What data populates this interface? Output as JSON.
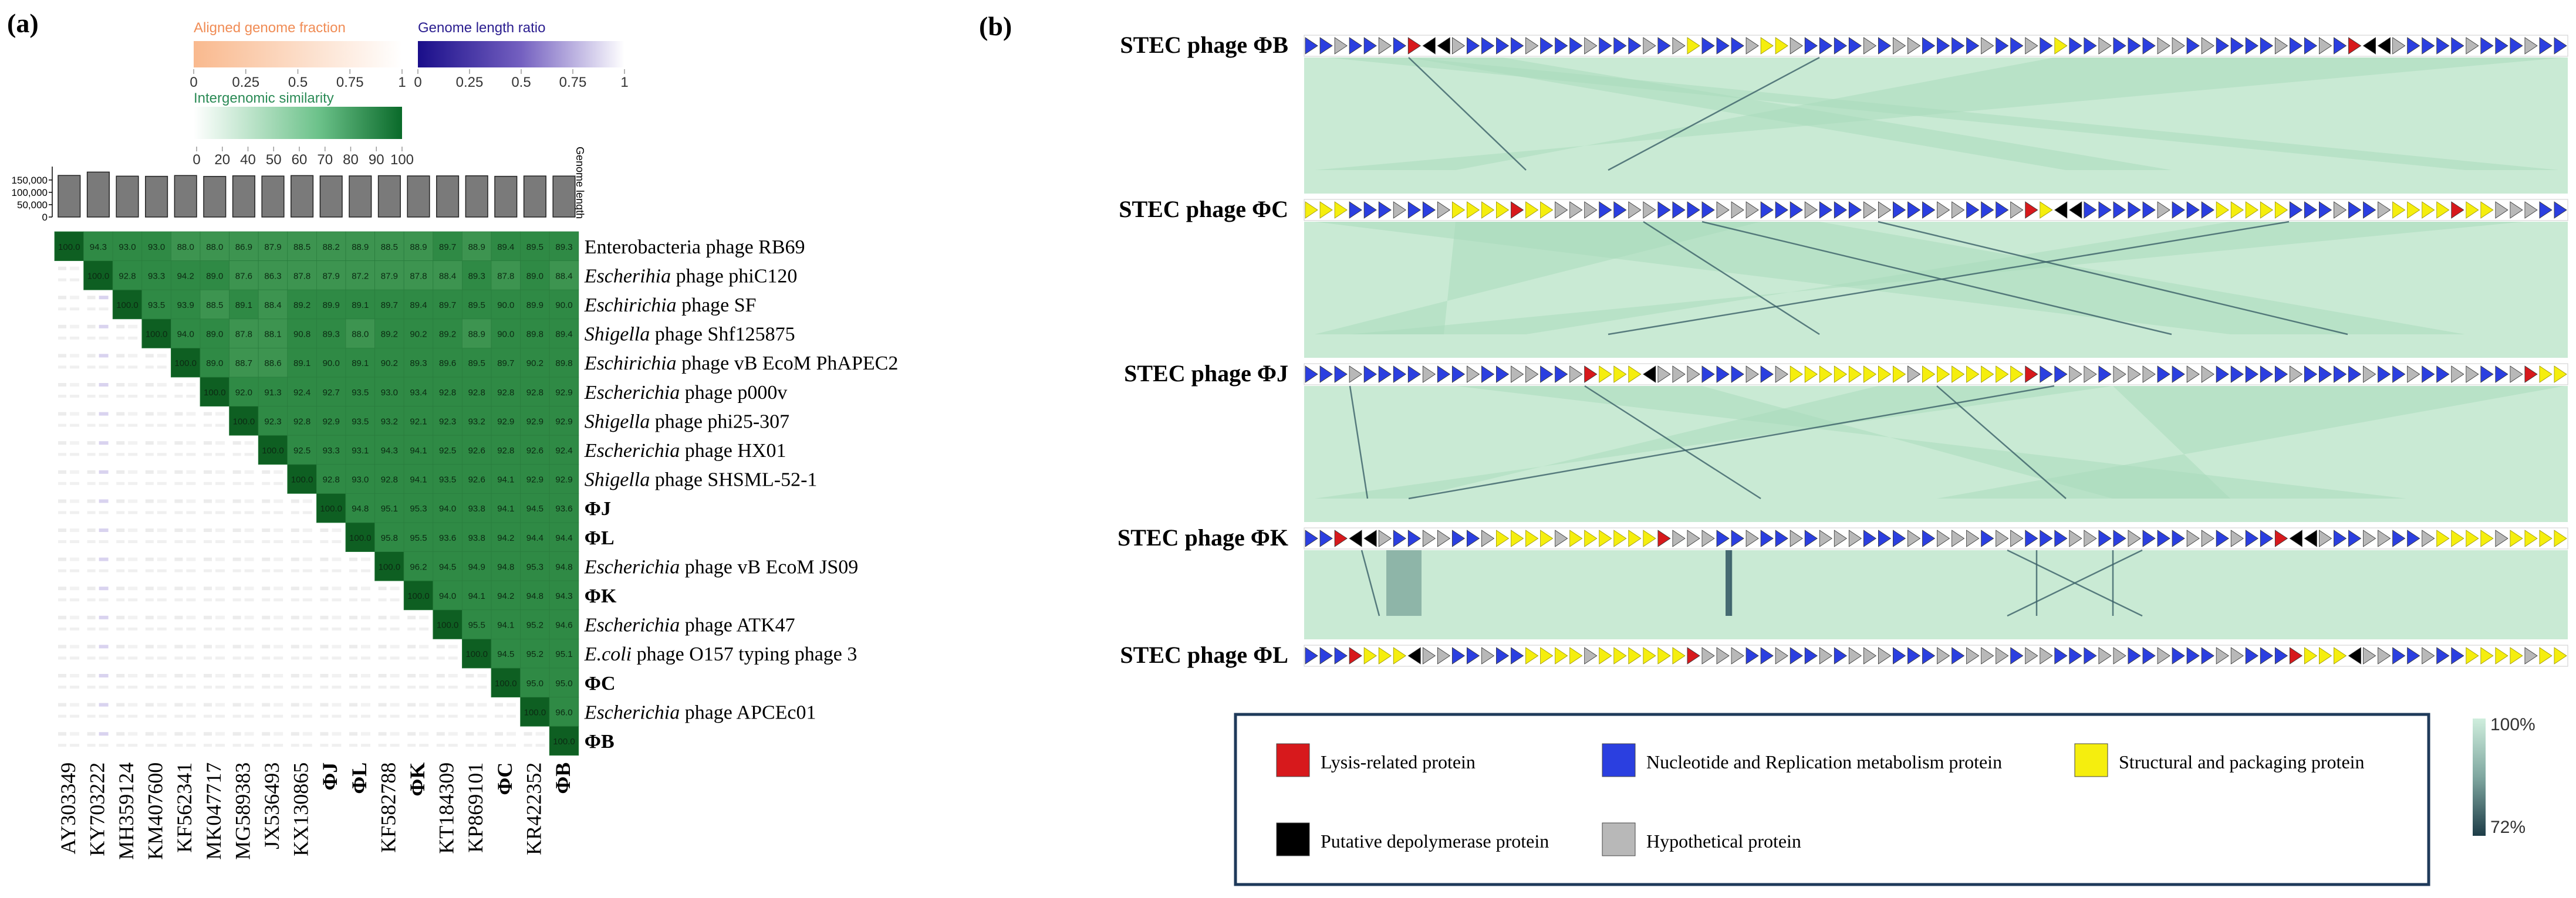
{
  "panel_a": {
    "label": "(a)",
    "legend": {
      "aligned": {
        "title": "Aligned genome fraction",
        "ticks": [
          "0",
          "0.25",
          "0.5",
          "0.75",
          "1"
        ]
      },
      "ratio": {
        "title": "Genome length ratio",
        "ticks": [
          "0",
          "0.25",
          "0.5",
          "0.75",
          "1"
        ]
      },
      "similarity": {
        "title": "Intergenomic similarity",
        "ticks": [
          "0",
          "20",
          "40",
          "50",
          "60",
          "70",
          "80",
          "90",
          "100"
        ]
      }
    },
    "genome_length_axis_label": "Genome length",
    "genome_length_ticks": [
      "150,000",
      "100,000",
      "50,000",
      "0"
    ],
    "genome_lengths": [
      168400,
      182000,
      165500,
      164800,
      168100,
      164500,
      166900,
      165900,
      167800,
      166300,
      166500,
      167400,
      166400,
      166600,
      167000,
      164800,
      166100,
      165900
    ],
    "col_labels": [
      "AY303349",
      "KY703222",
      "MH359124",
      "KM407600",
      "KF562341",
      "MK047717",
      "MG589383",
      "JX536493",
      "KX130865",
      "ΦJ",
      "ΦL",
      "KF582788",
      "ΦK",
      "KT184309",
      "KP869101",
      "ΦC",
      "KR422352",
      "ΦB"
    ],
    "row_labels": [
      {
        "prefix": "",
        "italic": "",
        "text": "Enterobacteria phage RB69"
      },
      {
        "prefix": "",
        "italic": "Escherihia",
        "text": " phage phiC120"
      },
      {
        "prefix": "",
        "italic": "Eschirichia",
        "text": " phage SF"
      },
      {
        "prefix": "",
        "italic": "Shigella",
        "text": " phage Shf125875"
      },
      {
        "prefix": "",
        "italic": "Eschirichia",
        "text": " phage  vB EcoM PhAPEC2"
      },
      {
        "prefix": "",
        "italic": "Escherichia",
        "text": " phage p000v"
      },
      {
        "prefix": "",
        "italic": "Shigella",
        "text": " phage phi25-307"
      },
      {
        "prefix": "",
        "italic": "Escherichia",
        "text": " phage HX01"
      },
      {
        "prefix": "",
        "italic": "Shigella",
        "text": " phage SHSML-52-1"
      },
      {
        "prefix": "",
        "italic": "",
        "text": "ΦJ",
        "bold": true
      },
      {
        "prefix": "",
        "italic": "",
        "text": "ΦL",
        "bold": true
      },
      {
        "prefix": "",
        "italic": "Escherichia",
        "text": " phage vB EcoM JS09"
      },
      {
        "prefix": "",
        "italic": "",
        "text": "ΦK",
        "bold": true
      },
      {
        "prefix": "",
        "italic": "Escherichia",
        "text": " phage ATK47"
      },
      {
        "prefix": "",
        "italic": "E.coli",
        "text": " phage O157 typing phage 3"
      },
      {
        "prefix": "",
        "italic": "",
        "text": "ΦC",
        "bold": true
      },
      {
        "prefix": "",
        "italic": "Escherichia",
        "text": " phage APCEc01"
      },
      {
        "prefix": "",
        "italic": "",
        "text": "ΦB",
        "bold": true
      }
    ],
    "similarity_matrix": [
      [
        "100.0",
        "94.3",
        "93.0",
        "93.0",
        "88.0",
        "88.0",
        "86.9",
        "87.9",
        "88.5",
        "88.2",
        "88.9",
        "88.5",
        "88.9",
        "89.7",
        "88.9",
        "89.4",
        "89.5",
        "89.3"
      ],
      [
        "",
        "100.0",
        "92.8",
        "93.3",
        "94.2",
        "89.0",
        "87.6",
        "86.3",
        "87.8",
        "87.9",
        "87.2",
        "87.9",
        "87.8",
        "88.4",
        "89.3",
        "87.8",
        "89.0",
        "88.4"
      ],
      [
        "",
        "",
        "100.0",
        "93.5",
        "93.9",
        "88.5",
        "89.1",
        "88.4",
        "89.2",
        "89.9",
        "89.1",
        "89.7",
        "89.4",
        "89.7",
        "89.5",
        "90.0",
        "89.9",
        "90.0"
      ],
      [
        "",
        "",
        "",
        "100.0",
        "94.0",
        "89.0",
        "87.8",
        "88.1",
        "90.8",
        "89.3",
        "88.0",
        "89.2",
        "90.2",
        "89.2",
        "88.9",
        "90.0",
        "89.8",
        "89.4"
      ],
      [
        "",
        "",
        "",
        "",
        "100.0",
        "89.0",
        "88.7",
        "88.6",
        "89.1",
        "90.0",
        "89.1",
        "90.2",
        "89.3",
        "89.6",
        "89.5",
        "89.7",
        "90.2",
        "89.8"
      ],
      [
        "",
        "",
        "",
        "",
        "",
        "100.0",
        "92.0",
        "91.3",
        "92.4",
        "92.7",
        "93.5",
        "93.0",
        "93.4",
        "92.8",
        "92.8",
        "92.8",
        "92.8",
        "92.9"
      ],
      [
        "",
        "",
        "",
        "",
        "",
        "",
        "100.0",
        "92.3",
        "92.8",
        "92.9",
        "93.5",
        "93.2",
        "92.1",
        "92.3",
        "93.2",
        "92.9",
        "92.9",
        "92.9"
      ],
      [
        "",
        "",
        "",
        "",
        "",
        "",
        "",
        "100.0",
        "92.5",
        "93.3",
        "93.1",
        "94.3",
        "94.1",
        "92.5",
        "92.6",
        "92.8",
        "92.6",
        "92.4"
      ],
      [
        "",
        "",
        "",
        "",
        "",
        "",
        "",
        "",
        "100.0",
        "92.8",
        "93.0",
        "92.8",
        "94.1",
        "93.5",
        "92.6",
        "94.1",
        "92.9",
        "92.9"
      ],
      [
        "",
        "",
        "",
        "",
        "",
        "",
        "",
        "",
        "",
        "100.0",
        "94.8",
        "95.1",
        "95.3",
        "94.0",
        "93.8",
        "94.1",
        "94.5",
        "93.6"
      ],
      [
        "",
        "",
        "",
        "",
        "",
        "",
        "",
        "",
        "",
        "",
        "100.0",
        "95.8",
        "95.5",
        "93.6",
        "93.8",
        "94.2",
        "94.4",
        "94.4"
      ],
      [
        "",
        "",
        "",
        "",
        "",
        "",
        "",
        "",
        "",
        "",
        "",
        "100.0",
        "96.2",
        "94.5",
        "94.9",
        "94.8",
        "95.3",
        "94.8"
      ],
      [
        "",
        "",
        "",
        "",
        "",
        "",
        "",
        "",
        "",
        "",
        "",
        "",
        "100.0",
        "94.0",
        "94.1",
        "94.2",
        "94.8",
        "94.3"
      ],
      [
        "",
        "",
        "",
        "",
        "",
        "",
        "",
        "",
        "",
        "",
        "",
        "",
        "",
        "100.0",
        "95.5",
        "94.1",
        "95.2",
        "94.6"
      ],
      [
        "",
        "",
        "",
        "",
        "",
        "",
        "",
        "",
        "",
        "",
        "",
        "",
        "",
        "",
        "100.0",
        "94.5",
        "95.2",
        "95.1"
      ],
      [
        "",
        "",
        "",
        "",
        "",
        "",
        "",
        "",
        "",
        "",
        "",
        "",
        "",
        "",
        "",
        "100.0",
        "95.0",
        "95.0"
      ],
      [
        "",
        "",
        "",
        "",
        "",
        "",
        "",
        "",
        "",
        "",
        "",
        "",
        "",
        "",
        "",
        "",
        "100.0",
        "96.0"
      ],
      [
        "",
        "",
        "",
        "",
        "",
        "",
        "",
        "",
        "",
        "",
        "",
        "",
        "",
        "",
        "",
        "",
        "",
        "100.0"
      ]
    ]
  },
  "panel_b": {
    "label": "(b)",
    "tracks": [
      "STEC phage ΦB",
      "STEC phage ΦC",
      "STEC phage ΦJ",
      "STEC phage ΦK",
      "STEC phage ΦL"
    ],
    "identity_scale": {
      "max": "100%",
      "min": "72%"
    },
    "legend": [
      {
        "label": "Lysis-related protein",
        "color": "#d7191c"
      },
      {
        "label": "Nucleotide and Replication metabolism protein",
        "color": "#2b3fe0"
      },
      {
        "label": "Structural and packaging protein",
        "color": "#f5ee0e"
      },
      {
        "label": "Putative depolymerase protein",
        "color": "#000000"
      },
      {
        "label": "Hypothetical protein",
        "color": "#b8b8b8"
      }
    ]
  }
}
